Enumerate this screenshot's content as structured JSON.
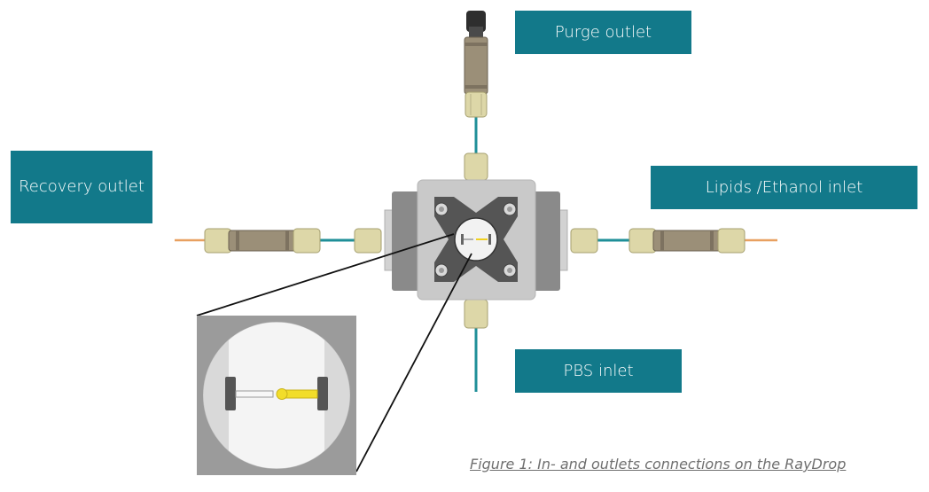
{
  "colors": {
    "label_bg": "#12798a",
    "label_text": "#ffffff",
    "tube": "#1f8f98",
    "tube_orange": "#e8a060",
    "fitting": "#ddd7a8",
    "union": "#9b8f78",
    "block": "#c9c9c9",
    "clamp": "#8a8a8a",
    "plate": "#555555",
    "caption": "#6f6f6f"
  },
  "labels": {
    "purge_outlet": "Purge outlet",
    "recovery_outlet": "Recovery outlet",
    "lipids_inlet": "Lipids /Ethanol inlet",
    "pbs_inlet": "PBS inlet"
  },
  "caption": "Figure 1: In- and outlets connections on the RayDrop",
  "icons": {
    "device": "raydrop-chip-icon",
    "zoom": "magnified-view-icon"
  }
}
